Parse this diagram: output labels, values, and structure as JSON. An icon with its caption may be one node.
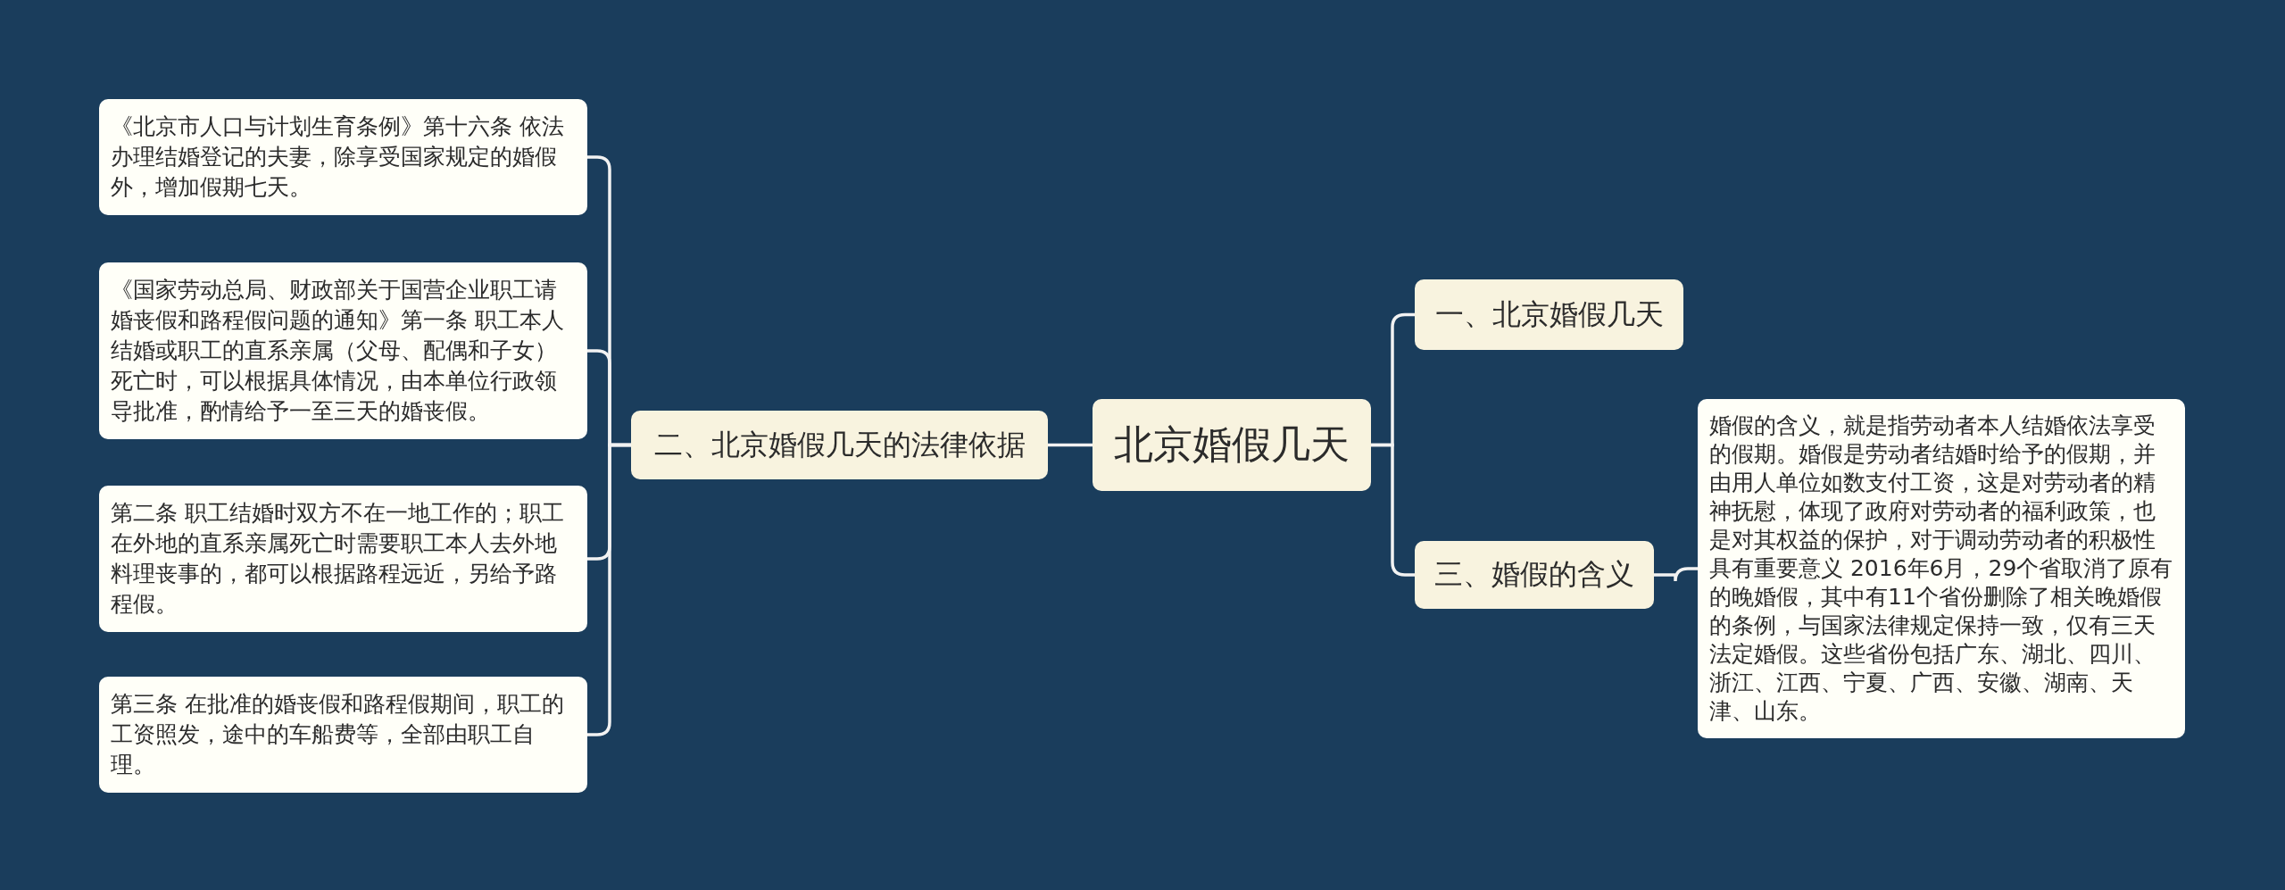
{
  "diagram": {
    "nodes": [
      {
        "text": [
          "北京婚假几天"
        ]
      },
      {
        "text": [
          "一、北京婚假几天"
        ]
      },
      {
        "text": [
          "二、北京婚假几天的法律依据"
        ]
      },
      {
        "text": [
          "《北京市人口与计划生育条例》第十六条 依法办理结婚登记的夫妻，除享受国家规定的婚假外，增加假期七天。"
        ]
      },
      {
        "text": [
          "《国家劳动总局、财政部关于国营企业职工请婚丧假和路程假问题的通知》第一条 职工本人结婚或职工的直系亲属（父母、配偶和子女）死亡时，可以根据具体情况，由本单位行政领导批准，酌情给予一至三天的婚丧假。"
        ]
      },
      {
        "text": [
          "第二条 职工结婚时双方不在一地工作的；职工在外地的直系亲属死亡时需要职工本人去外地料理丧事的，都可以根据路程远近，另给予路程假。"
        ]
      },
      {
        "text": [
          "第三条 在批准的婚丧假和路程假期间，职工的工资照发，途中的车船费等，全部由职工自理。"
        ]
      },
      {
        "text": [
          "三、婚假的含义"
        ]
      },
      {
        "text": [
          "婚假的含义，就是指劳动者本人结婚依法享受的假期。婚假是劳动者结婚时给予的假期，并由用人单位如数支付工资，这是对劳动者的精神抚慰，体现了政府对劳动者的福利政策，也是对其权益的保护，对于调动劳动者的积极性具有重要意义 2016年6月，29个省取消了原有的晚婚假，其中有11个省份删除了相关晚婚假的条例，与国家法律规定保持一致，仅有三天法定婚假。这些省份包括广东、湖北、四川、浙江、江西、宁夏、广西、安徽、湖南、天津、山东。"
        ]
      }
    ],
    "edges": [
      {
        "from": 0,
        "to": 1,
        "arrow": "none"
      },
      {
        "from": 0,
        "to": 2,
        "arrow": "none"
      },
      {
        "from": 0,
        "to": 7,
        "arrow": "none"
      },
      {
        "from": 2,
        "to": 3,
        "arrow": "none"
      },
      {
        "from": 2,
        "to": 4,
        "arrow": "none"
      },
      {
        "from": 2,
        "to": 5,
        "arrow": "none"
      },
      {
        "from": 2,
        "to": 6,
        "arrow": "none"
      },
      {
        "from": 7,
        "to": 8,
        "arrow": "none"
      }
    ]
  }
}
